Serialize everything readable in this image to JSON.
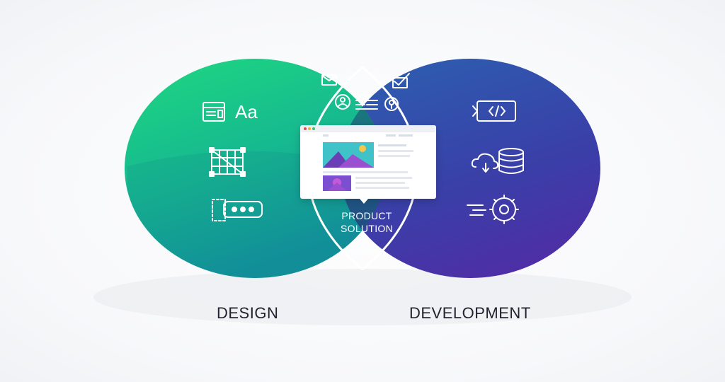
{
  "circles": {
    "left_label": "DESIGN",
    "right_label": "DEVELOPMENT",
    "center_line1": "PRODUCT",
    "center_line2": "SOLUTION"
  },
  "icons": {
    "design": [
      "layout-icon",
      "typography-icon",
      "grid-icon",
      "button-component-icon"
    ],
    "overlap": [
      "mail-icon",
      "check-mail-icon",
      "user-icon",
      "text-lines-icon",
      "location-pin-icon",
      "app-window-icon"
    ],
    "development": [
      "code-icon",
      "cloud-database-icon",
      "settings-gear-icon"
    ]
  },
  "typography_sample": "Aa",
  "colors": {
    "design_top": "#1fd47e",
    "design_bottom": "#139a9a",
    "dev_top": "#2a55a8",
    "dev_bottom": "#4b2fa5",
    "overlap_top": "#17806e",
    "overlap_bottom": "#27407a"
  }
}
